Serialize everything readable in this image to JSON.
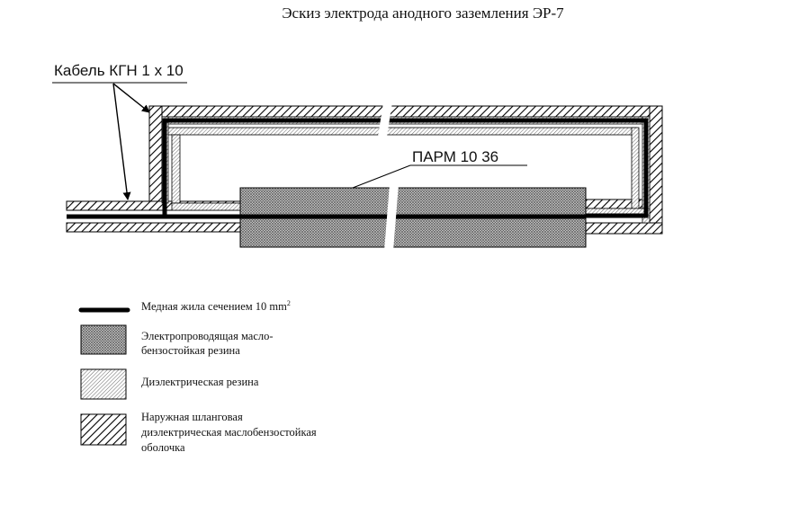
{
  "title": "Эскиз электрода анодного заземления ЭР-7",
  "callouts": {
    "cable_label": "Кабель КГН 1 х 10",
    "electrode_label": "ПАРМ 10 36"
  },
  "legend": [
    {
      "id": "copper-core",
      "lines": [
        "Медная жила сечением 10 mm"
      ],
      "superscript": "2"
    },
    {
      "id": "conductive-rubber",
      "lines": [
        "Электропроводящая масло-",
        "бензостойкая резина"
      ]
    },
    {
      "id": "dielectric-rubber",
      "lines": [
        "Диэлектрическая резина"
      ]
    },
    {
      "id": "outer-sheath",
      "lines": [
        "Наружная шланговая",
        "диэлектрическая маслобензостойкая",
        "оболочка"
      ]
    }
  ],
  "colors": {
    "line": "#000000",
    "background": "#ffffff"
  }
}
